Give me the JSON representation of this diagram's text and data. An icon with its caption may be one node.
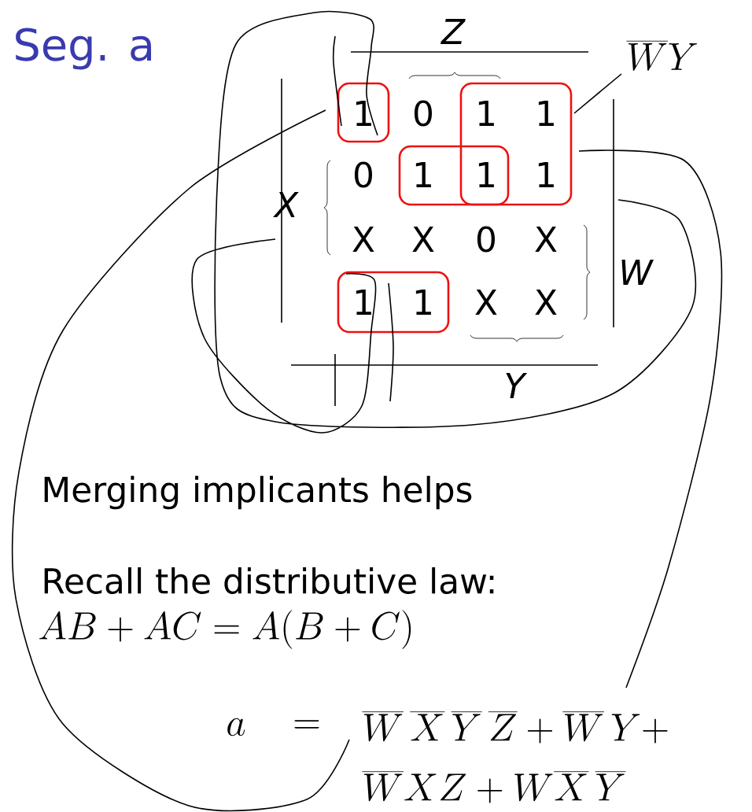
{
  "diagram": {
    "labels": [
      "Seg. a",
      "Z",
      "\\overline{W}Y",
      "1",
      "0",
      "1",
      "1",
      "X",
      "0",
      "1",
      "1",
      "1",
      "X",
      "X",
      "0",
      "X",
      "W",
      "1",
      "1",
      "X",
      "X",
      "Y",
      "Merging implicants helps",
      "Recall the distributive law:",
      "AB+AC=A(B+C)",
      "a",
      "=",
      "\\overline{W}\\,\\overline{X}\\,\\overline{Y}\\,\\overline{Z}+\\overline{W}\\,Y+",
      "\\overline{W}XZ+W\\overline{X}\\,\\overline{Y}"
    ]
  }
}
